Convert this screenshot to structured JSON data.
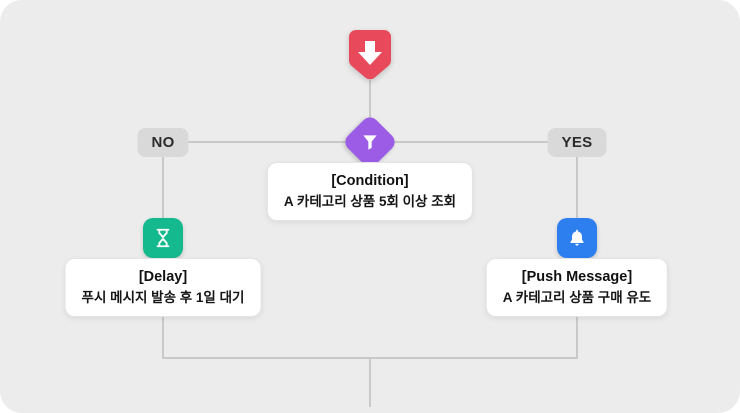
{
  "canvas": {
    "background": "#ececec",
    "connector_color": "#c9c9c9"
  },
  "branches": {
    "no_label": "NO",
    "yes_label": "YES"
  },
  "nodes": {
    "entry": {
      "icon": "arrow-down-icon",
      "color": "#e8495b"
    },
    "condition": {
      "icon": "filter-icon",
      "color": "#9c5ce6",
      "title": "[Condition]",
      "subtitle": "A 카테고리 상품 5회 이상 조회"
    },
    "delay": {
      "icon": "hourglass-icon",
      "color": "#15b98e",
      "title": "[Delay]",
      "subtitle": "푸시 메시지 발송 후 1일 대기"
    },
    "push_message": {
      "icon": "bell-icon",
      "color": "#2d7ff0",
      "title": "[Push Message]",
      "subtitle": "A 카테고리 상품 구매 유도"
    }
  }
}
